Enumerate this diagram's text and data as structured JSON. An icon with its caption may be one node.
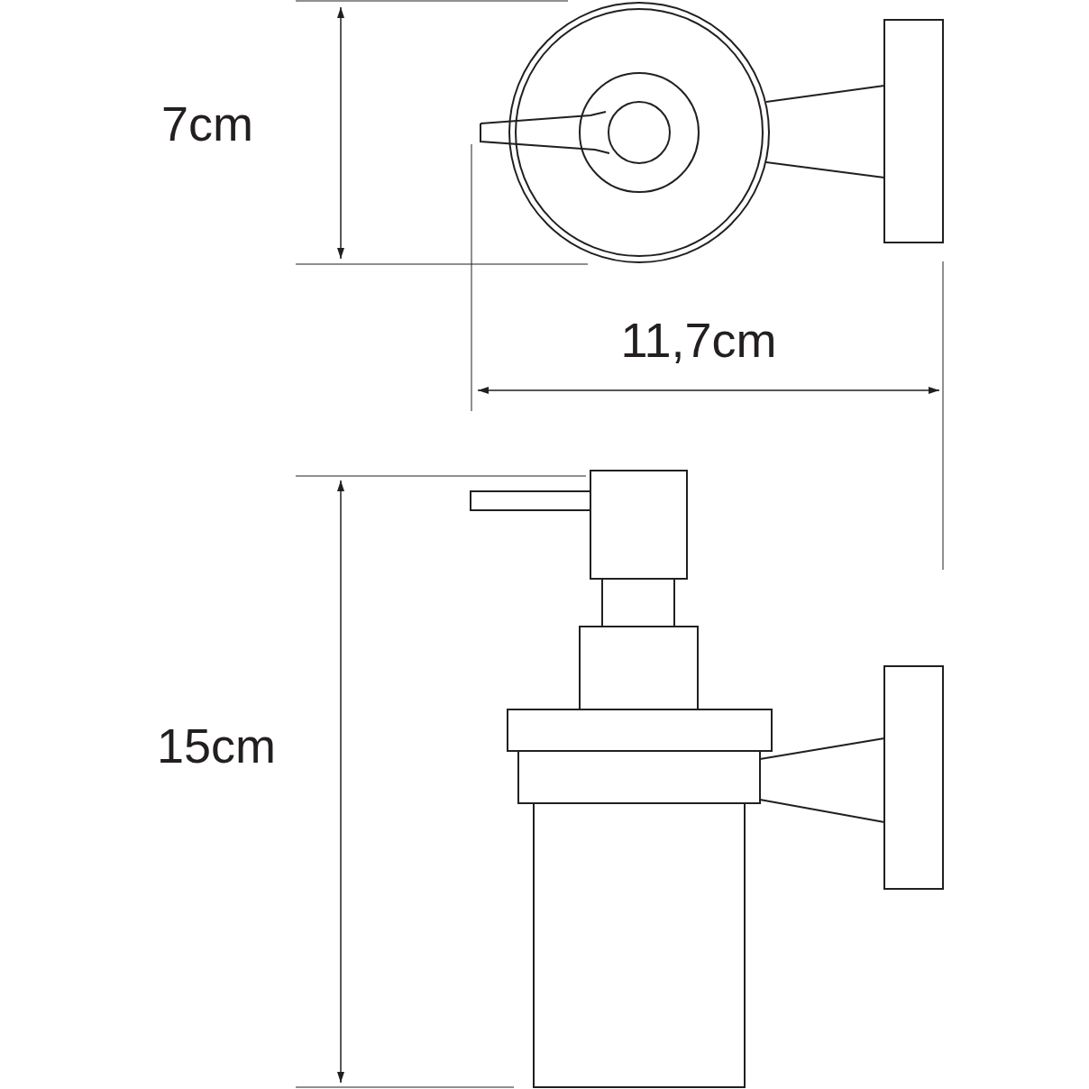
{
  "diagram": {
    "labels": [
      "7cm",
      "11,7cm",
      "15cm"
    ]
  }
}
